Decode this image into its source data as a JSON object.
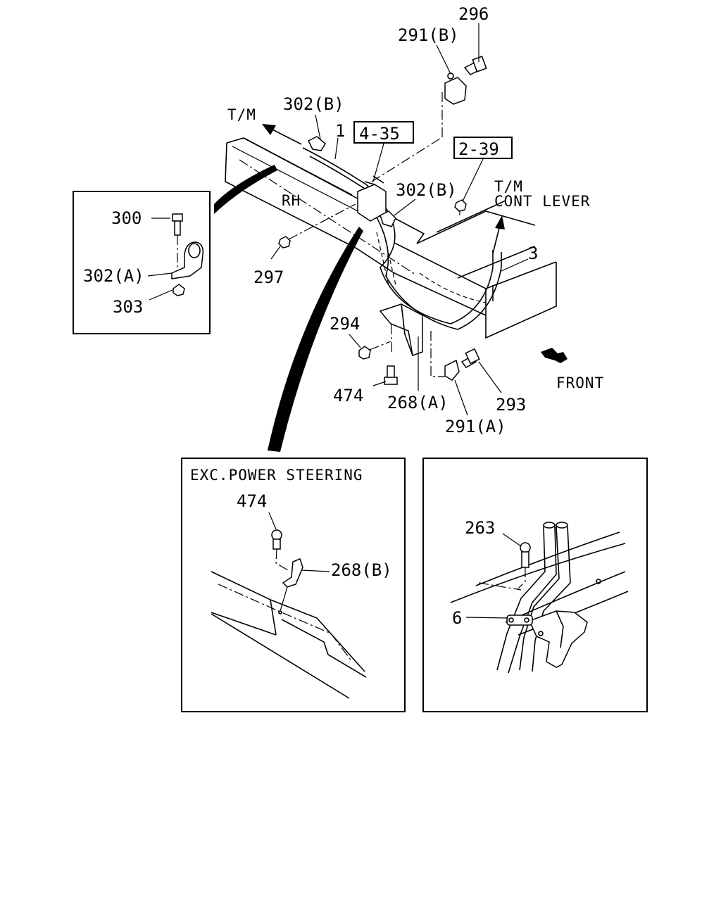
{
  "callouts": {
    "p296": "296",
    "p291b": "291(B)",
    "p302b_top": "302(B)",
    "p1": "1",
    "ref_4_35": "4-35",
    "ref_2_39": "2-39",
    "p302b_mid": "302(B)",
    "tm": "T/M",
    "tm_cont_1": "T/M",
    "tm_cont_2": "CONT LEVER",
    "p3": "3",
    "rh": "RH",
    "p300": "300",
    "p302a": "302(A)",
    "p303": "303",
    "p297": "297",
    "p294": "294",
    "p474": "474",
    "p268a": "268(A)",
    "p293": "293",
    "p291a": "291(A)",
    "front": "FRONT"
  },
  "inset_exc": {
    "title": "EXC.POWER STEERING",
    "p474": "474",
    "p268b": "268(B)"
  },
  "inset_right": {
    "p263": "263",
    "p6": "6"
  }
}
